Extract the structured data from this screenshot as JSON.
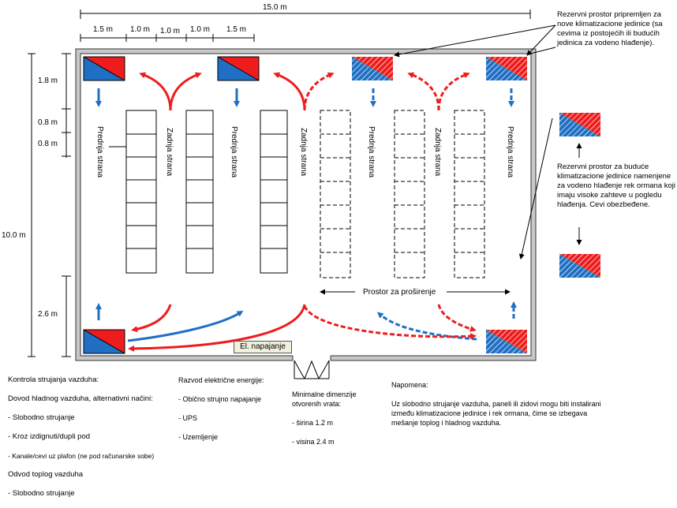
{
  "colors": {
    "cold": "#1f6fc4",
    "hot": "#ee1c1c",
    "wall": "#c8c8c8"
  },
  "dimensions": {
    "total_width": "15.0 m",
    "total_height": "10.0 m",
    "top_segments": [
      "1.5 m",
      "1.0 m",
      "1.0 m",
      "1.0 m",
      "1.5 m"
    ],
    "left_segments": [
      "1.8 m",
      "0.8 m",
      "0.8 m",
      "2.6 m"
    ]
  },
  "row_labels": {
    "front": "Prednja strana",
    "back": "Zadnja strana"
  },
  "expansion_label": "Prostor za proširenje",
  "power_label": "El. napajanje",
  "callouts": {
    "reserved_top": "Rezervni prostor pripremljen za nove klimatizacione jedinice (sa cevima iz postojećih ili budućih jedinica za vodeno hlađenje).",
    "reserved_side": "Rezervni prostor za buduće klimatizacione jedinice namenjene za vodeno hlađenje rek ormana koji imaju visoke zahteve u pogledu hlađenja. Cevi obezbeđene."
  },
  "notes": {
    "airflow": {
      "title": "Kontrola strujanja vazduha:",
      "cold_supply": "Dovod hladnog vazduha, alternativni načini:",
      "cold_items": [
        "- Slobodno strujanje",
        "- Kroz izdignuti/dupli pod",
        "- Kanale/cevi uz plafon (ne pod računarske sobe)"
      ],
      "hot_return": "Odvod toplog vazduha",
      "hot_items": [
        "- Slobodno strujanje"
      ]
    },
    "power": {
      "title": "Razvod električne energije:",
      "items": [
        "- Obično strujno napajanje",
        "- UPS",
        "- Uzemljenje"
      ]
    },
    "door": {
      "title": "Minimalne dimenzije otvorenih vrata:",
      "items": [
        "- širina 1.2 m",
        "- visina 2.4 m"
      ]
    },
    "remark": {
      "title": "Napomena:",
      "text": "Uz slobodno strujanje vazduha, paneli ili zidovi mogu biti instalirani između klimatizacione jedinice i rek ormana, čime se izbegava mešanje toplog i hladnog vazduha."
    }
  }
}
